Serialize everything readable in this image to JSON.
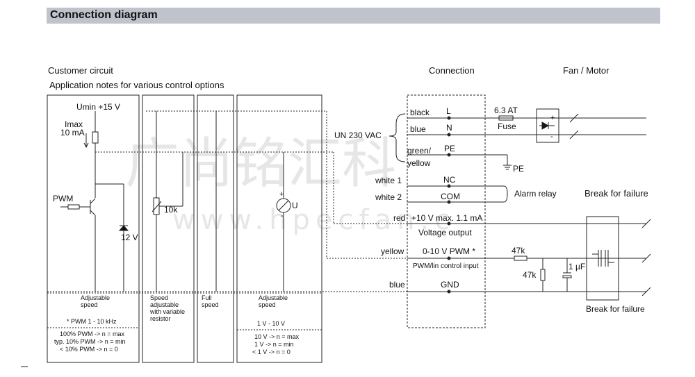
{
  "header": {
    "title": "Connection diagram"
  },
  "watermark": {
    "cn": "广尚铭汇科",
    "url": "www.hpecfan.c"
  },
  "customer": {
    "title": "Customer circuit",
    "subtitle": "Application notes for various control options",
    "umin": "Umin +15 V",
    "imax1": "Imax",
    "imax2": "10 mA",
    "pwm": "PWM",
    "zener": "12 V",
    "pot": "10k",
    "meter_sign": "U",
    "plus": "+",
    "minus": "-"
  },
  "options": {
    "c1": {
      "l1": "Adjustable",
      "l2": "speed",
      "note": "* PWM 1 - 10 kHz",
      "r1": "100% PWM -> n = max",
      "r2": "typ. 10% PWM -> n = min",
      "r3": "< 10% PWM -> n = 0"
    },
    "c2": {
      "l1": "Speed",
      "l2": "adjustable",
      "l3": "with variable",
      "l4": "resistor"
    },
    "c3": {
      "l1": "Full",
      "l2": "speed"
    },
    "c4": {
      "l1": "Adjustable",
      "l2": "speed",
      "range": "1 V - 10 V",
      "r1": "10 V -> n = max",
      "r2": "1 V -> n = min",
      "r3": "< 1 V -> n = 0"
    }
  },
  "connection": {
    "title": "Connection",
    "un": "UN 230 VAC",
    "black": "black",
    "L": "L",
    "blue": "blue",
    "N": "N",
    "green": "green/",
    "yellow_pe": "yellow",
    "PE": "PE",
    "white1": "white 1",
    "NC": "NC",
    "white2": "white 2",
    "COM": "COM",
    "red": "red",
    "vout": "+10 V max. 1.1 mA",
    "vout_label": "Voltage output",
    "yellow": "yellow",
    "ctrl": "0-10 V  PWM *",
    "ctrl_label": "PWM/lin control input",
    "blue2": "blue",
    "GND": "GND",
    "pe_ground": "PE",
    "alarm": "Alarm relay",
    "fuse_val": "6.3 AT",
    "fuse": "Fuse",
    "r47a": "47k",
    "r47b": "47k",
    "cap": "1 µF"
  },
  "fan": {
    "title": "Fan / Motor",
    "break": "Break for failure",
    "plus": "+",
    "minus": "-"
  }
}
